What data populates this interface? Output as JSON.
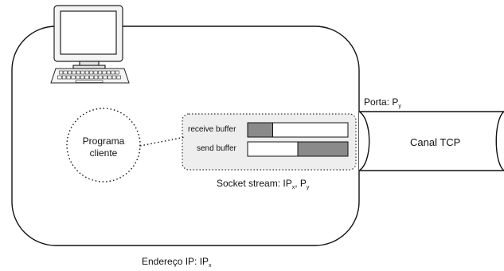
{
  "process": {
    "line1": "Programa",
    "line2": "cliente"
  },
  "socket": {
    "receive_label": "receive buffer",
    "send_label": "send buffer",
    "caption_prefix": "Socket stream: IP",
    "caption_sub_x": "x",
    "caption_sep": ", P",
    "caption_sub_y": "y",
    "receive_fill": 0.25,
    "send_fill": 0.5
  },
  "port": {
    "prefix": "Porta:  P",
    "sub": "y"
  },
  "channel": {
    "label": "Canal TCP"
  },
  "host": {
    "prefix": "Endereço IP:  IP",
    "sub": "x"
  },
  "colors": {
    "buffer_fill": "#8a8a8a",
    "socket_bg": "#eeeeee",
    "stroke": "#111111"
  },
  "icons": [
    "computer-icon",
    "keyboard-icon"
  ]
}
